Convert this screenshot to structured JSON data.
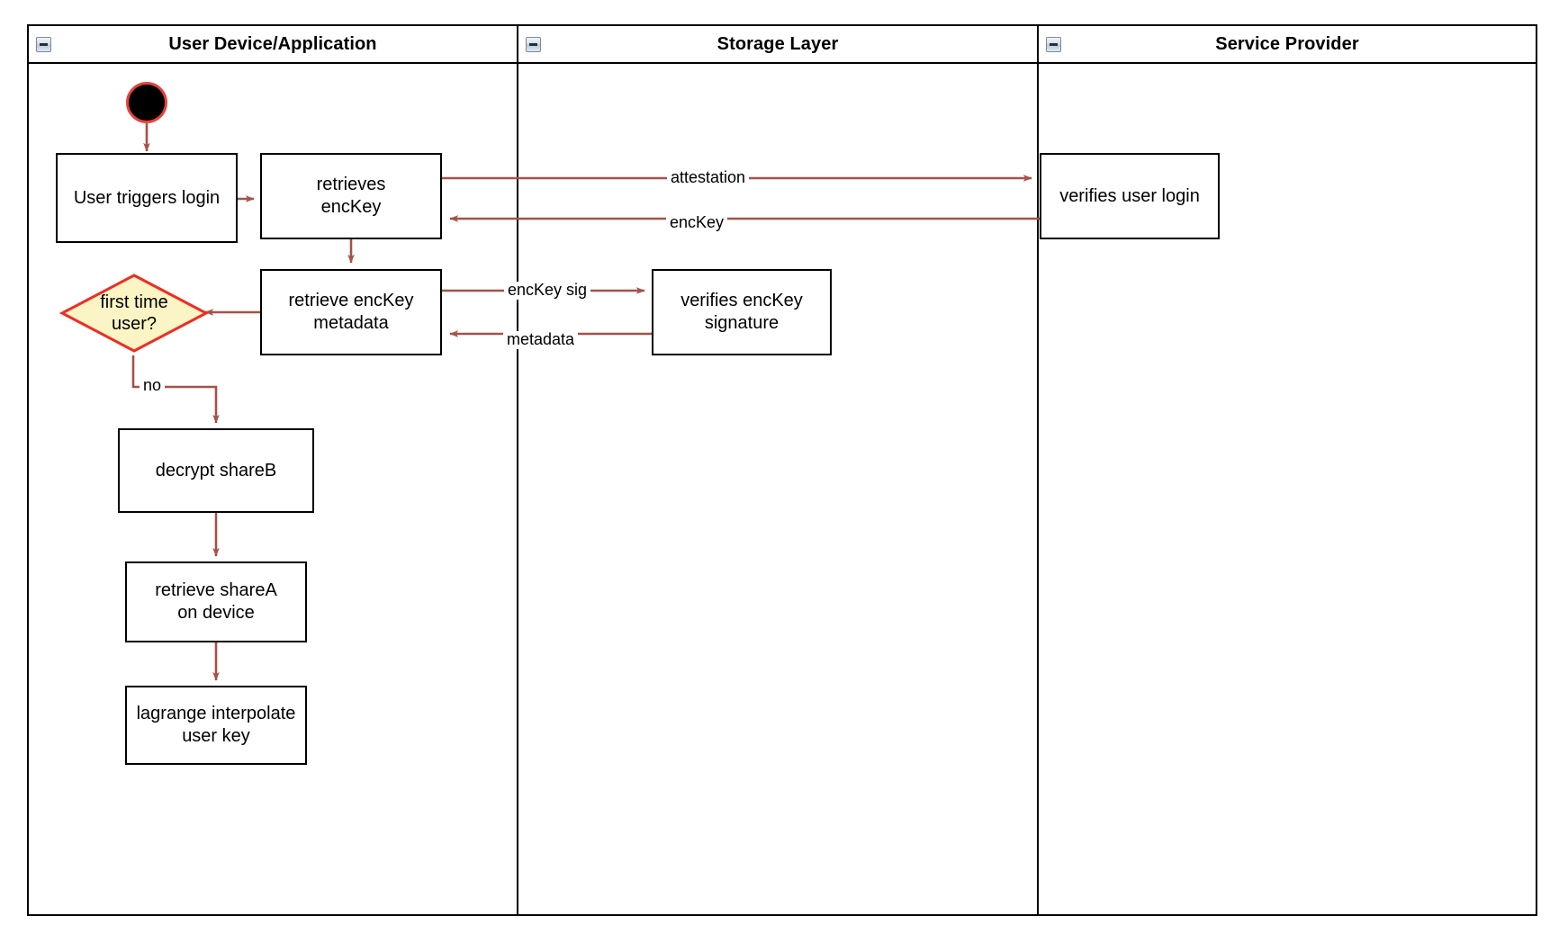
{
  "diagram": {
    "type": "uml-activity-swimlane",
    "arrow_color": "#a4524a",
    "decision_fill": "#fbf4c4",
    "decision_stroke": "#ee2d24",
    "start_node_fill": "#000000",
    "start_node_stroke": "#e8413a",
    "node_stroke": "#000000",
    "background": "#ffffff"
  },
  "lanes": [
    {
      "id": "user-device",
      "title": "User Device/Application",
      "collapse_icon": "collapse-minus-icon"
    },
    {
      "id": "storage-layer",
      "title": "Storage Layer",
      "collapse_icon": "collapse-minus-icon"
    },
    {
      "id": "service-provider",
      "title": "Service Provider",
      "collapse_icon": "collapse-minus-icon"
    }
  ],
  "nodes": [
    {
      "id": "start",
      "shape": "initial-node",
      "label": ""
    },
    {
      "id": "user-triggers-login",
      "shape": "activity",
      "label": "User triggers login"
    },
    {
      "id": "retrieves-enckey",
      "shape": "activity",
      "label": "retrieves\nencKey"
    },
    {
      "id": "retrieve-enckey-metadata",
      "shape": "activity",
      "label": "retrieve encKey\nmetadata"
    },
    {
      "id": "first-time-user",
      "shape": "decision",
      "label": "first time\nuser?"
    },
    {
      "id": "decrypt-shareb",
      "shape": "activity",
      "label": "decrypt shareB"
    },
    {
      "id": "retrieve-sharea-on-device",
      "shape": "activity",
      "label": "retrieve shareA\non device"
    },
    {
      "id": "lagrange-interpolate-user-key",
      "shape": "activity",
      "label": "lagrange interpolate\nuser key"
    },
    {
      "id": "verifies-enckey-signature",
      "shape": "activity",
      "label": "verifies encKey\nsignature"
    },
    {
      "id": "verifies-user-login",
      "shape": "activity",
      "label": "verifies user login"
    }
  ],
  "edges": [
    {
      "id": "e-start-login",
      "from": "start",
      "to": "user-triggers-login",
      "label": ""
    },
    {
      "id": "e-login-retrieves",
      "from": "user-triggers-login",
      "to": "retrieves-enckey",
      "label": ""
    },
    {
      "id": "e-attestation",
      "from": "retrieves-enckey",
      "to": "verifies-user-login",
      "label": "attestation"
    },
    {
      "id": "e-enckey-back",
      "from": "verifies-user-login",
      "to": "retrieves-enckey",
      "label": "encKey"
    },
    {
      "id": "e-retrieves-metadata",
      "from": "retrieves-enckey",
      "to": "retrieve-enckey-metadata",
      "label": ""
    },
    {
      "id": "e-enckey-sig",
      "from": "retrieve-enckey-metadata",
      "to": "verifies-enckey-signature",
      "label": "encKey sig"
    },
    {
      "id": "e-metadata",
      "from": "verifies-enckey-signature",
      "to": "retrieve-enckey-metadata",
      "label": "metadata"
    },
    {
      "id": "e-metadata-decision",
      "from": "retrieve-enckey-metadata",
      "to": "first-time-user",
      "label": ""
    },
    {
      "id": "e-no",
      "from": "first-time-user",
      "to": "decrypt-shareb",
      "label": "no"
    },
    {
      "id": "e-shareb-sharea",
      "from": "decrypt-shareb",
      "to": "retrieve-sharea-on-device",
      "label": ""
    },
    {
      "id": "e-sharea-lagrange",
      "from": "retrieve-sharea-on-device",
      "to": "lagrange-interpolate-user-key",
      "label": ""
    }
  ]
}
